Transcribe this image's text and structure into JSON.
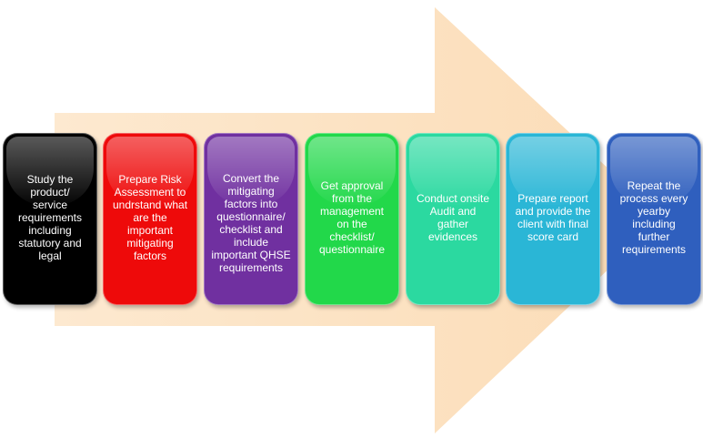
{
  "diagram": {
    "arrow_color": "#fce4c6",
    "steps": [
      {
        "label": "Study the\nproduct/\nservice\nrequirements\nincluding\nstatutory and\nlegal",
        "color": "#000000"
      },
      {
        "label": "Prepare Risk\nAssessment to\nundrstand what\nare the\nimportant\nmitigating\nfactors",
        "color": "#ee0a0a"
      },
      {
        "label": "Convert the\nmitigating\nfactors into\nquestionnaire/\nchecklist and\ninclude\nimportant QHSE\nrequirements",
        "color": "#7030a0"
      },
      {
        "label": "Get approval\nfrom the\nmanagement\non the\nchecklist/\nquestionnaire",
        "color": "#22d84a"
      },
      {
        "label": "Conduct onsite\nAudit and\ngather\nevidences",
        "color": "#2bd9a0"
      },
      {
        "label": "Prepare report\nand provide the\nclient with final\nscore card",
        "color": "#2ab6d6"
      },
      {
        "label": "Repeat the\nprocess every\nyearby\nincluding\nfurther\nrequirements",
        "color": "#2f5fbe"
      }
    ]
  }
}
